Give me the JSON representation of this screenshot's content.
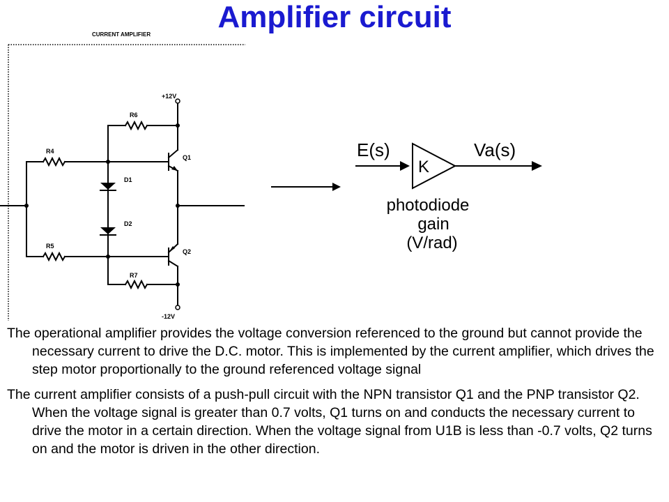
{
  "title": "Amplifier circuit",
  "schematic": {
    "heading": "CURRENT AMPLIFIER",
    "vcc": "+12V",
    "vee": "-12V",
    "r6": "R6",
    "r4": "R4",
    "r5": "R5",
    "r7": "R7",
    "d1": "D1",
    "d2": "D2",
    "q1": "Q1",
    "q2": "Q2"
  },
  "block": {
    "input": "E(s)",
    "output": "Va(s)",
    "gain_symbol": "K",
    "caption_line1": "photodiode",
    "caption_line2": "gain",
    "caption_line3": "(V/rad)"
  },
  "paragraphs": [
    "The operational amplifier provides the voltage conversion referenced to the ground but cannot provide the necessary current to drive the D.C. motor. This is implemented by the current amplifier, which drives the step motor proportionally to the ground referenced voltage signal",
    "The current amplifier consists of a push-pull circuit with the NPN transistor Q1 and the PNP transistor Q2. When the voltage signal is greater than 0.7 volts, Q1 turns on and conducts the necessary current to drive the motor in a certain direction. When the voltage signal from U1B is less than -0.7 volts, Q2 turns on and the motor is driven in the other direction."
  ]
}
